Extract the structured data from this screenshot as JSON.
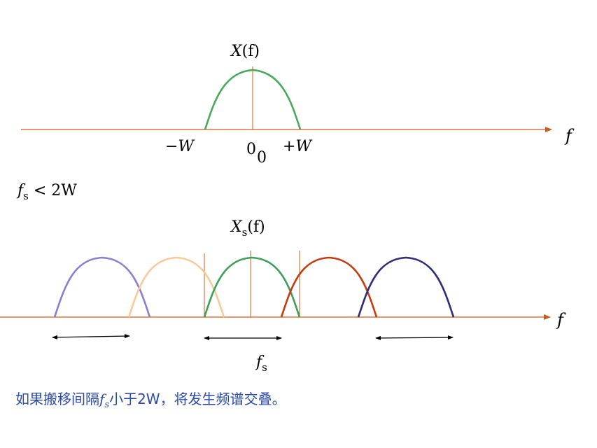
{
  "top_plot": {
    "title_main": "X",
    "title_arg": "(f)",
    "axis_label": "f",
    "tick_neg_w": "−W",
    "tick_zero": "0",
    "tick_zero_sub": "0",
    "tick_pos_w": "+W"
  },
  "condition": {
    "symbol": "f",
    "subscript": "s",
    "relation": " < 2W"
  },
  "bottom_plot": {
    "title_main": "X",
    "title_sub": "s",
    "title_arg": "(f)",
    "axis_label": "f",
    "spacing_symbol": "f",
    "spacing_sub": "s"
  },
  "caption": {
    "prefix": "如果搬移间隔",
    "symbol": "f",
    "symbol_sub": "s",
    "suffix": "小于2W，将发生频谱交叠。"
  },
  "colors": {
    "axis": "#d05a1e",
    "baseband": "#4aa85a",
    "copy_purple": "#8c7fd0",
    "copy_peach": "#f8c99a",
    "copy_green": "#3f9e58",
    "copy_red": "#c63a0e",
    "copy_navy": "#2b2d78",
    "arrow": "#000000",
    "caption_text": "#2a4aa6"
  }
}
